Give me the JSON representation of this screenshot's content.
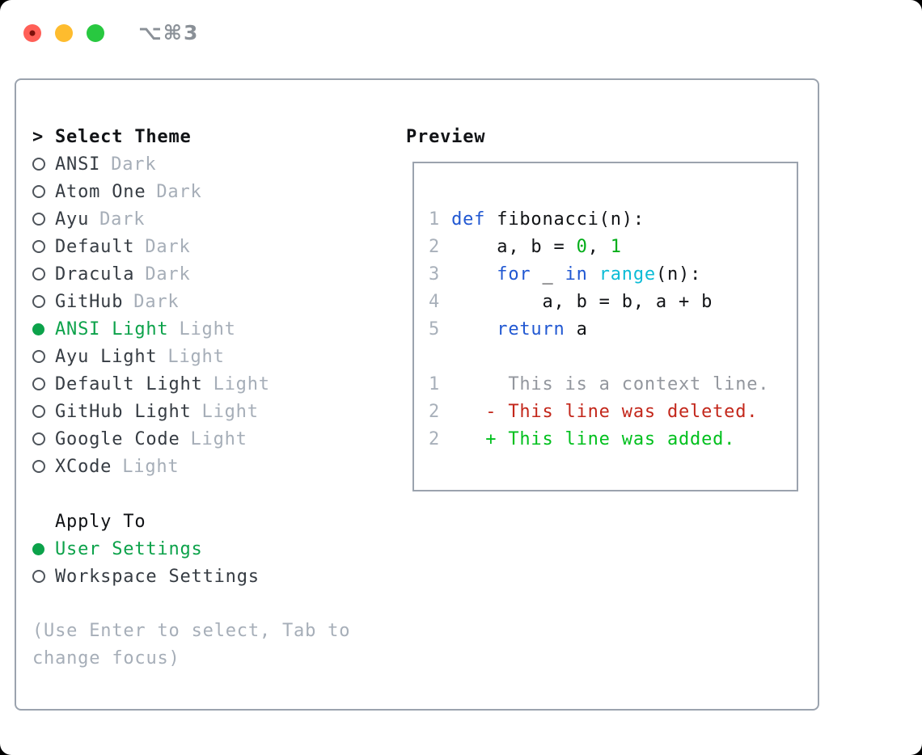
{
  "titlebar": {
    "shortcut": "⌥⌘3",
    "buttons": [
      {
        "name": "close-button",
        "color": "#ff5f57",
        "has_dot": true
      },
      {
        "name": "minimize-button",
        "color": "#febc2e",
        "has_dot": false
      },
      {
        "name": "zoom-button",
        "color": "#28c840",
        "has_dot": false
      }
    ]
  },
  "left": {
    "prompt": ">",
    "header": "Select Theme",
    "themes": [
      {
        "name": "ANSI",
        "tag": "Dark",
        "selected": false
      },
      {
        "name": "Atom One",
        "tag": "Dark",
        "selected": false
      },
      {
        "name": "Ayu",
        "tag": "Dark",
        "selected": false
      },
      {
        "name": "Default",
        "tag": "Dark",
        "selected": false
      },
      {
        "name": "Dracula",
        "tag": "Dark",
        "selected": false
      },
      {
        "name": "GitHub",
        "tag": "Dark",
        "selected": false
      },
      {
        "name": "ANSI Light",
        "tag": "Light",
        "selected": true
      },
      {
        "name": "Ayu Light",
        "tag": "Light",
        "selected": false
      },
      {
        "name": "Default Light",
        "tag": "Light",
        "selected": false
      },
      {
        "name": "GitHub Light",
        "tag": "Light",
        "selected": false
      },
      {
        "name": "Google Code",
        "tag": "Light",
        "selected": false
      },
      {
        "name": "XCode",
        "tag": "Light",
        "selected": false
      }
    ],
    "apply_header": "Apply To",
    "apply_options": [
      {
        "name": "User Settings",
        "selected": true
      },
      {
        "name": "Workspace Settings",
        "selected": false
      }
    ],
    "hint_line1": "(Use Enter to select, Tab to",
    "hint_line2": "change focus)"
  },
  "preview": {
    "header": "Preview",
    "lines": [
      {
        "num": "1",
        "kind": "code",
        "tokens": [
          {
            "t": "def",
            "c": "kw"
          },
          {
            "t": " fibonacci(n):",
            "c": "plain"
          }
        ]
      },
      {
        "num": "2",
        "kind": "code",
        "tokens": [
          {
            "t": "    a, b = ",
            "c": "plain"
          },
          {
            "t": "0",
            "c": "lit"
          },
          {
            "t": ", ",
            "c": "plain"
          },
          {
            "t": "1",
            "c": "lit"
          }
        ]
      },
      {
        "num": "3",
        "kind": "code",
        "tokens": [
          {
            "t": "    ",
            "c": "plain"
          },
          {
            "t": "for",
            "c": "kw"
          },
          {
            "t": " _ ",
            "c": "plain"
          },
          {
            "t": "in",
            "c": "kw"
          },
          {
            "t": " ",
            "c": "plain"
          },
          {
            "t": "range",
            "c": "builtin"
          },
          {
            "t": "(n):",
            "c": "plain"
          }
        ]
      },
      {
        "num": "4",
        "kind": "code",
        "tokens": [
          {
            "t": "        a, b = b, a + b",
            "c": "plain"
          }
        ]
      },
      {
        "num": "5",
        "kind": "code",
        "tokens": [
          {
            "t": "    ",
            "c": "plain"
          },
          {
            "t": "return",
            "c": "kw"
          },
          {
            "t": " a",
            "c": "plain"
          }
        ]
      },
      {
        "num": "",
        "kind": "blank",
        "tokens": []
      },
      {
        "num": "1",
        "kind": "context",
        "tokens": [
          {
            "t": "     This is a context line.",
            "c": "ctx"
          }
        ]
      },
      {
        "num": "2",
        "kind": "deleted",
        "tokens": [
          {
            "t": "   - This line was deleted.",
            "c": "del"
          }
        ]
      },
      {
        "num": "2",
        "kind": "added",
        "tokens": [
          {
            "t": "   + This line was added.",
            "c": "add"
          }
        ]
      }
    ]
  },
  "colors": {
    "ui_green": "#0ca24a",
    "name_dark": "#363c43",
    "black": "#111316",
    "tag_gray": "#a6aeb8",
    "hint_gray": "#a6aeb8",
    "ln_gray": "#a8b0ba",
    "kw_blue": "#2158d2",
    "builtin_cyan": "#0cbcd6",
    "lit_green": "#00ad18",
    "ctx_gray": "#93979e",
    "del_red": "#c3271b",
    "add_green": "#00c01d",
    "border_gray": "#9ba3ae",
    "radio_outline": "#4e545b",
    "shortcut_gray": "#8a9097",
    "close_dot": "#7c100a"
  }
}
